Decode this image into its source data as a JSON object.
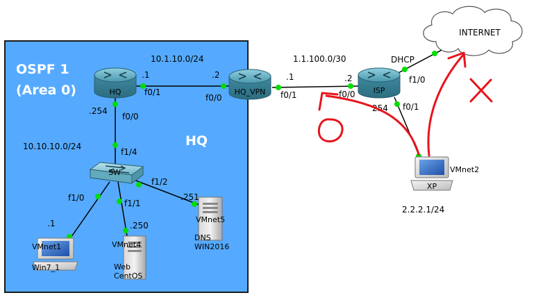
{
  "zone": {
    "title_line1": "OSPF 1",
    "title_line2": "(Area 0)",
    "site_label": "HQ",
    "fill": "#55aaff",
    "border": "#1a1a1a"
  },
  "routers": {
    "hq": {
      "name": "HQ"
    },
    "hq_vpn": {
      "name": "HQ_VPN"
    },
    "isp": {
      "name": "ISP"
    }
  },
  "switch": {
    "name": "SW"
  },
  "cloud": {
    "name": "INTERNET"
  },
  "hosts": {
    "win7": {
      "vmnet": "VMnet1",
      "name": "Win7_1"
    },
    "web": {
      "vmnet": "VMnet4",
      "name_line1": "Web",
      "name_line2": "CentOS"
    },
    "dns": {
      "vmnet": "VMnet5",
      "name_line1": "DNS",
      "name_line2": "WIN2016"
    },
    "xp": {
      "vmnet": "VMnet2",
      "name": "XP",
      "ip": "2.2.2.1/24"
    }
  },
  "networks": {
    "hq_to_vpn": "10.1.10.0/24",
    "vpn_to_isp": "1.1.100.0/30",
    "lan": "10.10.10.0/24"
  },
  "interfaces": {
    "hq_dot1": ".1",
    "hq_f01": "f0/1",
    "vpn_dot2": ".2",
    "vpn_f00": "f0/0",
    "vpn_dot1": ".1",
    "vpn_f01": "f0/1",
    "isp_dot2": ".2",
    "isp_f00": "f0/0",
    "isp_dhcp": "DHCP",
    "isp_f10": "f1/0",
    "isp_254": "254",
    "isp_f01": "f0/1",
    "hq_254": ".254",
    "hq_f00": "f0/0",
    "sw_f14": "f1/4",
    "sw_f10": "f1/0",
    "sw_f11": "f1/1",
    "sw_f12": "f1/2",
    "win7_dot1": ".1",
    "web_250": ".250",
    "dns_251": ".251"
  },
  "annotations": {
    "ok_mark": "O",
    "fail_mark": "X",
    "color": "#e8141c"
  },
  "link_dot_color": "#00dd00",
  "router_color": "#4a9bb0"
}
